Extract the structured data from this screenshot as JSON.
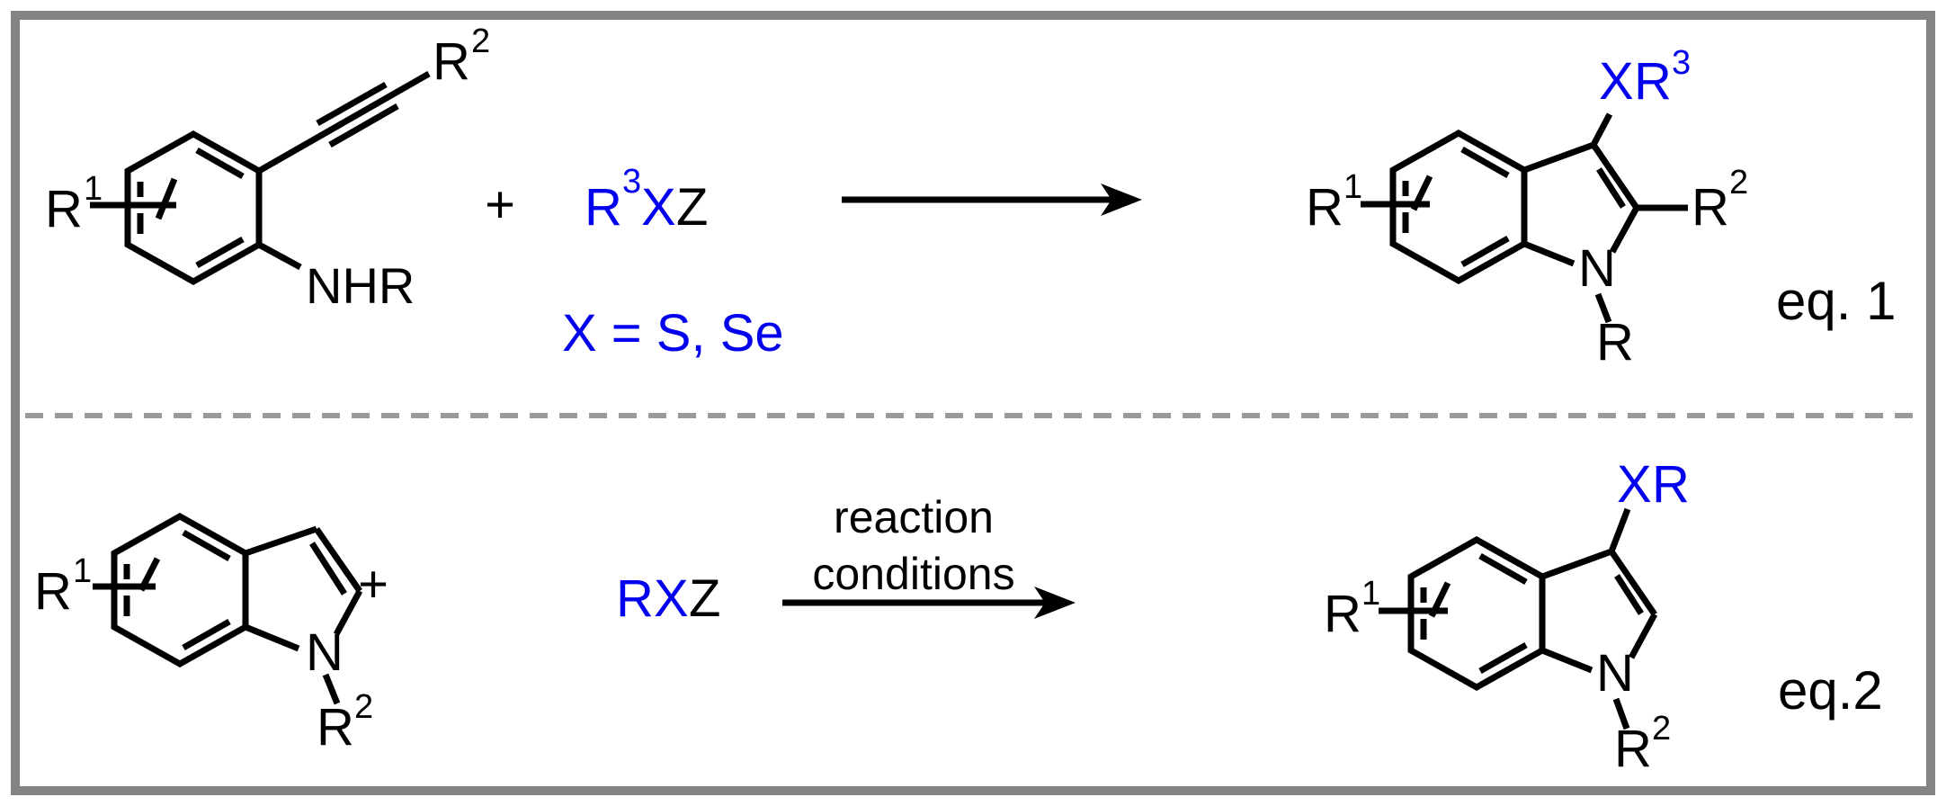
{
  "figure": {
    "type": "reaction-scheme",
    "colors": {
      "heteroatom_blue": "#0000ee",
      "bond_black": "#000000",
      "frame_gray": "#848484",
      "divider_gray": "#9a9a9a",
      "background": "#ffffff"
    }
  },
  "eq1": {
    "label": "eq. 1",
    "plus": "+",
    "note": "X = S, Se",
    "reactant": {
      "r1": "R",
      "r1_sup": "1",
      "r2": "R",
      "r2_sup": "2",
      "amine": "NHR"
    },
    "reagent": {
      "r": "R",
      "r_sup": "3",
      "x": "X",
      "z": "Z"
    },
    "product": {
      "x": "X",
      "r3": "R",
      "r3_sup": "3",
      "r2": "R",
      "r2_sup": "2",
      "n": "N",
      "n_sub": "R",
      "r1": "R",
      "r1_sup": "1"
    }
  },
  "eq2": {
    "label": "eq.2",
    "plus": "+",
    "arrow_line1": "reaction",
    "arrow_line2": "conditions",
    "reactant": {
      "r1": "R",
      "r1_sup": "1",
      "n": "N",
      "r2": "R",
      "r2_sup": "2"
    },
    "reagent": {
      "r": "R",
      "x": "X",
      "z": "Z"
    },
    "product": {
      "x": "X",
      "r": "R",
      "n": "N",
      "r2": "R",
      "r2_sup": "2",
      "r1": "R",
      "r1_sup": "1"
    }
  }
}
